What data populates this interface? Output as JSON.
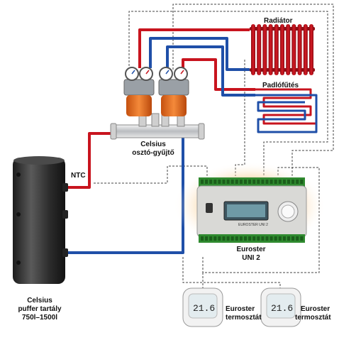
{
  "labels": {
    "radiator": "Radiátor",
    "floor_heating": "Padlófűtés",
    "manifold_line1": "Celsius",
    "manifold_line2": "osztó-gyűjtő",
    "ntc": "NTC",
    "controller_line1": "Euroster",
    "controller_line2": "UNI 2",
    "tank_line1": "Celsius",
    "tank_line2": "puffer tartály",
    "tank_line3": "750l–1500l",
    "thermostat1_line1": "Euroster",
    "thermostat1_line2": "termosztát",
    "thermostat2_line1": "Euroster",
    "thermostat2_line2": "termosztát",
    "controller_brand": "EUROSTER UNI 2",
    "thermostat_display": "21.6"
  },
  "colors": {
    "supply_pipe": "#c8141e",
    "return_pipe": "#1f4fa8",
    "wire": "#444444",
    "tank": "#2e2e2e",
    "pump": "#e2641a",
    "controller_body": "#d9d9d6",
    "terminal_green": "#2f8a2f",
    "radiator": "#b0101a"
  }
}
